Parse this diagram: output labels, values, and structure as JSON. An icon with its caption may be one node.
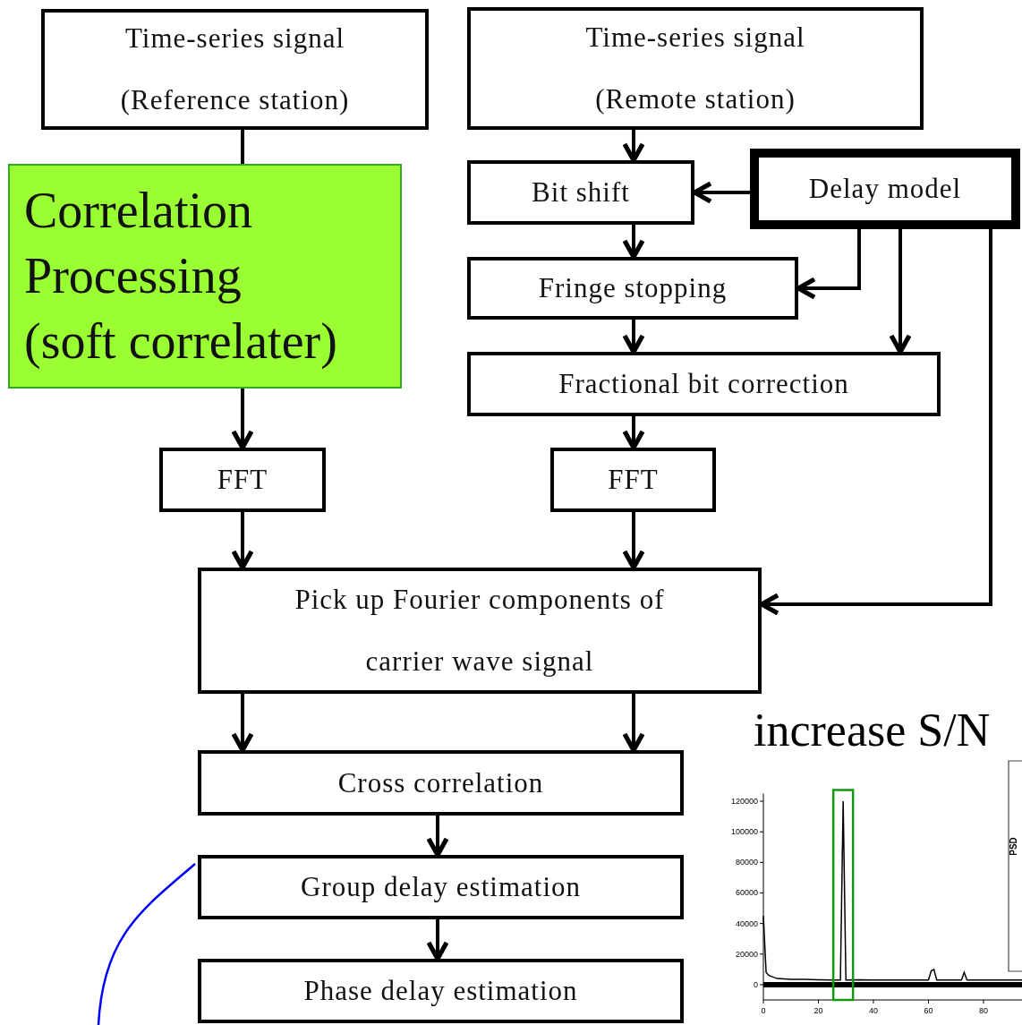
{
  "diagram": {
    "nodes": [
      {
        "text": [
          "Time-series signal (Reference station)"
        ]
      },
      {
        "text": [
          "Time-series signal (Remote station)"
        ]
      },
      {
        "text": [
          "Correlation Processing",
          "(soft correlater)"
        ]
      },
      {
        "text": [
          "Bit shift"
        ]
      },
      {
        "text": [
          "Delay model"
        ]
      },
      {
        "text": [
          "Fringe stopping"
        ]
      },
      {
        "text": [
          "Fractional bit correction"
        ]
      },
      {
        "text": [
          "FFT"
        ]
      },
      {
        "text": [
          "FFT"
        ]
      },
      {
        "text": [
          "Pick up Fourier components of carrier wave signal"
        ]
      },
      {
        "text": [
          "Cross correlation"
        ]
      },
      {
        "text": [
          "Group delay estimation"
        ]
      },
      {
        "text": [
          "Phase delay estimation"
        ]
      }
    ],
    "edges": [
      {
        "from": 0,
        "to": 2,
        "arrow": "none"
      },
      {
        "from": 2,
        "to": 7,
        "arrow": "to"
      },
      {
        "from": 1,
        "to": 3,
        "arrow": "to"
      },
      {
        "from": 4,
        "to": 3,
        "arrow": "to"
      },
      {
        "from": 3,
        "to": 5,
        "arrow": "to"
      },
      {
        "from": 4,
        "to": 5,
        "arrow": "to"
      },
      {
        "from": 5,
        "to": 6,
        "arrow": "to"
      },
      {
        "from": 4,
        "to": 6,
        "arrow": "to"
      },
      {
        "from": 6,
        "to": 8,
        "arrow": "to"
      },
      {
        "from": 4,
        "to": 9,
        "arrow": "to"
      },
      {
        "from": 7,
        "to": 9,
        "arrow": "to"
      },
      {
        "from": 8,
        "to": 9,
        "arrow": "to"
      },
      {
        "from": 9,
        "to": 10,
        "arrow": "to"
      },
      {
        "from": 9,
        "to": 10,
        "arrow": "to"
      },
      {
        "from": 10,
        "to": 11,
        "arrow": "to"
      },
      {
        "from": 11,
        "to": 12,
        "arrow": "to"
      },
      {
        "from": null,
        "to": 11,
        "arrow": "none",
        "color": "#0000ff"
      }
    ],
    "labels": [
      "increase S/N",
      "PSD"
    ],
    "chart_data": {
      "type": "line",
      "x": [
        0,
        1,
        2,
        5,
        10,
        15,
        20,
        25,
        28,
        29,
        30,
        35,
        40,
        45,
        50,
        55,
        60,
        61,
        62,
        63,
        65,
        70,
        72,
        73,
        74,
        80,
        85,
        90,
        94
      ],
      "series": [
        {
          "color": "#000000",
          "values": [
            45000,
            8000,
            6000,
            4000,
            3500,
            3500,
            3200,
            3000,
            3000,
            120000,
            3000,
            3200,
            3000,
            3100,
            3000,
            3000,
            3100,
            9000,
            10000,
            3000,
            3000,
            3000,
            3000,
            8000,
            3000,
            3000,
            3000,
            3000,
            3000
          ]
        }
      ],
      "xlim": [
        0,
        94
      ],
      "ylim": [
        -10000,
        125000
      ],
      "xticks": [
        0,
        20,
        40,
        60,
        80
      ],
      "yticks": [
        0,
        20000,
        40000,
        60000,
        80000,
        100000,
        120000
      ]
    }
  }
}
